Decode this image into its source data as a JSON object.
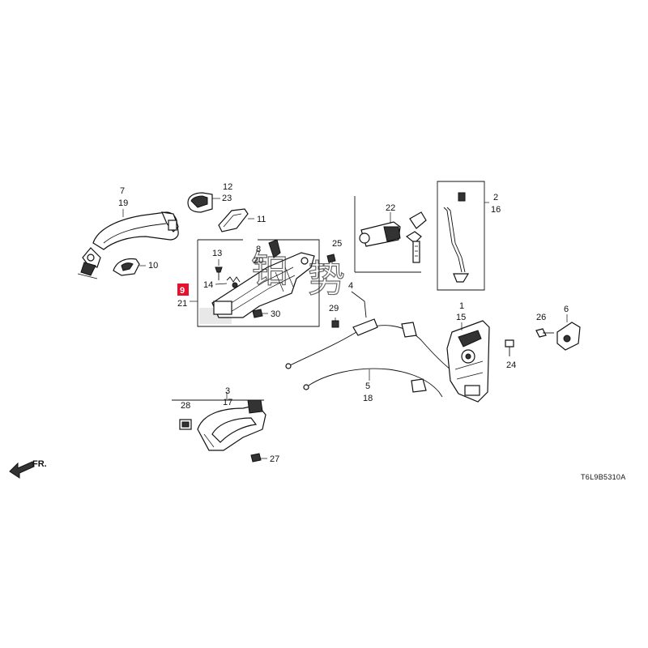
{
  "labels": {
    "l7": "7",
    "l19": "19",
    "l12": "12",
    "l23": "23",
    "l11": "11",
    "l10": "10",
    "l13": "13",
    "l8": "8",
    "l20": "20",
    "l25": "25",
    "l14": "14",
    "l9": "9",
    "l21": "21",
    "l30": "30",
    "l22": "22",
    "l2": "2",
    "l16": "16",
    "l4": "4",
    "l29": "29",
    "l1": "1",
    "l15": "15",
    "l26": "26",
    "l6": "6",
    "l24": "24",
    "l5": "5",
    "l18": "18",
    "l3": "3",
    "l17": "17",
    "l28": "28",
    "l27": "27"
  },
  "direction_label": "FR.",
  "diagram_code": "T6L9B5310A",
  "watermark": [
    "铂",
    "势"
  ],
  "highlight_color": "#e8112d"
}
